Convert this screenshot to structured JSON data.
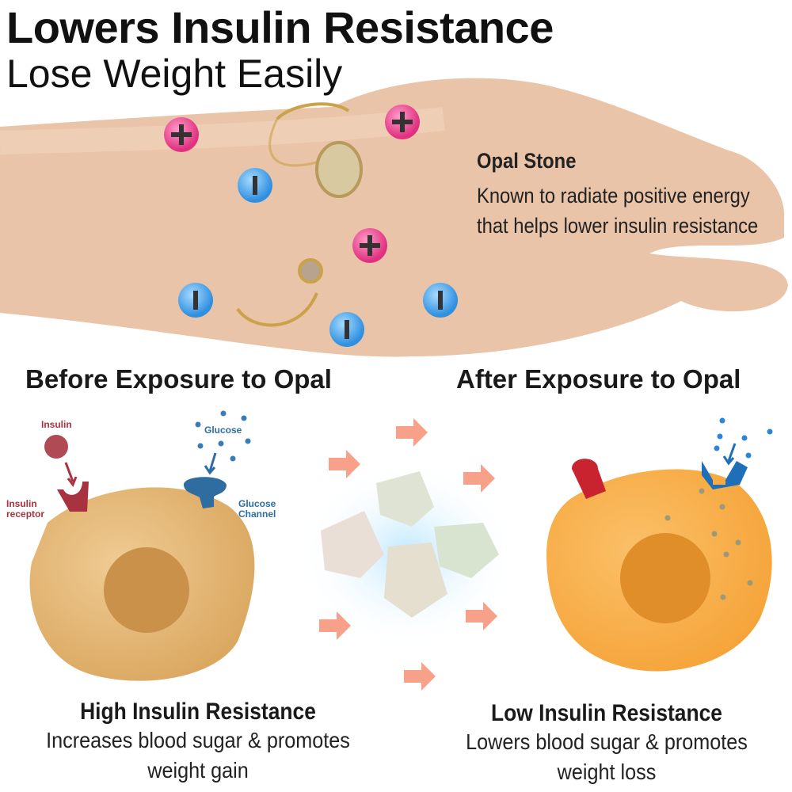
{
  "header": {
    "title": "Lowers Insulin Resistance",
    "subtitle": "Lose Weight Easily"
  },
  "opal": {
    "title": "Opal Stone",
    "description_lines": [
      "Known to radiate positive energy",
      "that helps lower insulin resistance"
    ]
  },
  "before": {
    "heading": "Before Exposure to Opal",
    "labels": {
      "insulin": "Insulin",
      "glucose": "Glucose",
      "receptor_1": "Insulin",
      "receptor_2": "receptor",
      "channel_1": "Glucose",
      "channel_2": "Channel"
    },
    "caption_title": "High Insulin Resistance",
    "caption_lines": [
      "Increases blood sugar & promotes",
      "weight gain"
    ]
  },
  "after": {
    "heading": "After Exposure to Opal",
    "caption_title": "Low Insulin Resistance",
    "caption_lines": [
      "Lowers blood sugar & promotes",
      "weight loss"
    ]
  },
  "colors": {
    "positive": "#e83e8c",
    "negative": "#3a9be0",
    "cell_before": "#e0b069",
    "cell_after": "#f7ad3f",
    "arrow": "#f7a08a"
  }
}
